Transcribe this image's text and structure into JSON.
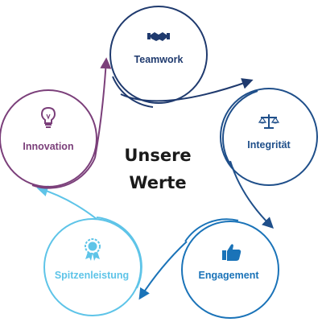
{
  "title": {
    "line1": "Unsere",
    "line2": "Werte"
  },
  "nodes": [
    {
      "id": "teamwork",
      "label": "Teamwork",
      "icon": "handshake-icon",
      "color": "#1f3a6e"
    },
    {
      "id": "integritaet",
      "label": "Integrität",
      "icon": "scales-icon",
      "color": "#1f4f8a"
    },
    {
      "id": "engagement",
      "label": "Engagement",
      "icon": "thumbs-up-icon",
      "color": "#1a73b8"
    },
    {
      "id": "spitzenleistung",
      "label": "Spitzenleistung",
      "icon": "award-medal-icon",
      "color": "#5ec4e8"
    },
    {
      "id": "innovation",
      "label": "Innovation",
      "icon": "lightbulb-icon",
      "color": "#7b3f7a"
    }
  ]
}
